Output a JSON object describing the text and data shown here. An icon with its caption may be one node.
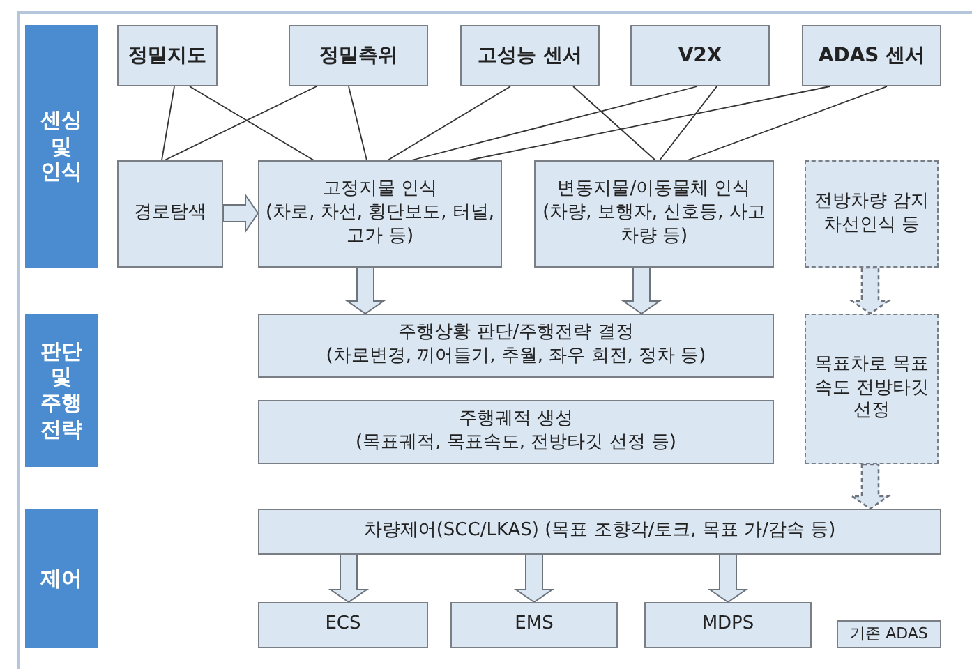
{
  "diagram": {
    "nodes": [
      {
        "text": [
          "센싱 및 인식"
        ]
      },
      {
        "text": [
          "판단 및 주행전략"
        ]
      },
      {
        "text": [
          "제어"
        ]
      },
      {
        "text": [
          "정밀지도"
        ]
      },
      {
        "text": [
          "정밀측위"
        ]
      },
      {
        "text": [
          "고성능 센서"
        ]
      },
      {
        "text": [
          "V2X"
        ]
      },
      {
        "text": [
          "ADAS 센서"
        ]
      },
      {
        "text": [
          "경로탐색"
        ]
      },
      {
        "text": [
          "고정지물 인식",
          "(차로, 차선, 횡단보도, 터널, 고가 등)"
        ]
      },
      {
        "text": [
          "변동지물/이동물체 인식",
          "(차량, 보행자, 신호등, 사고차량 등)"
        ]
      },
      {
        "text": [
          "전방차량 감지 차선인식 등"
        ]
      },
      {
        "text": [
          "주행상황 판단/주행전략 결정",
          "(차로변경, 끼어들기, 추월, 좌우 회전, 정차 등)"
        ]
      },
      {
        "text": [
          "주행궤적 생성",
          "(목표궤적, 목표속도, 전방타깃 선정 등)"
        ]
      },
      {
        "text": [
          "목표차로 목표속도 전방타깃 선정"
        ]
      },
      {
        "text": [
          "차량제어(SCC/LKAS) (목표 조향각/토크, 목표 가/감속 등)"
        ]
      },
      {
        "text": [
          "ECS"
        ]
      },
      {
        "text": [
          "EMS"
        ]
      },
      {
        "text": [
          "MDPS"
        ]
      },
      {
        "text": [
          "기존 ADAS"
        ]
      }
    ],
    "edges": [
      {
        "from": 3,
        "to": 8,
        "arrow": "none"
      },
      {
        "from": 3,
        "to": 9,
        "arrow": "none"
      },
      {
        "from": 4,
        "to": 8,
        "arrow": "none"
      },
      {
        "from": 4,
        "to": 9,
        "arrow": "none"
      },
      {
        "from": 5,
        "to": 9,
        "arrow": "none"
      },
      {
        "from": 5,
        "to": 10,
        "arrow": "none"
      },
      {
        "from": 6,
        "to": 9,
        "arrow": "none"
      },
      {
        "from": 6,
        "to": 10,
        "arrow": "none"
      },
      {
        "from": 7,
        "to": 9,
        "arrow": "none"
      },
      {
        "from": 7,
        "to": 10,
        "arrow": "none"
      },
      {
        "from": 8,
        "to": 9,
        "arrow": "to",
        "style": "thick"
      },
      {
        "from": 9,
        "to": 12,
        "arrow": "to",
        "style": "thick"
      },
      {
        "from": 10,
        "to": 12,
        "arrow": "to",
        "style": "thick"
      },
      {
        "from": 11,
        "to": 14,
        "arrow": "to",
        "style": "dashed"
      },
      {
        "from": 14,
        "to": 15,
        "arrow": "to",
        "style": "dashed"
      },
      {
        "from": 15,
        "to": 16,
        "arrow": "to",
        "style": "thick"
      },
      {
        "from": 15,
        "to": 17,
        "arrow": "to",
        "style": "thick"
      },
      {
        "from": 15,
        "to": 18,
        "arrow": "to",
        "style": "thick"
      }
    ]
  }
}
